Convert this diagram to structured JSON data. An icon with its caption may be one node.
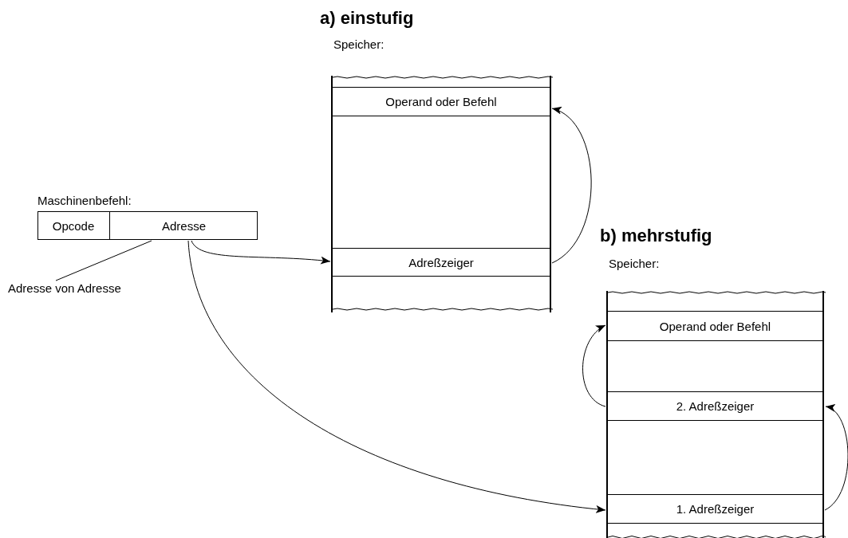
{
  "diagram": {
    "nodes": [
      {
        "text": [
          "Maschinenbefehl:"
        ]
      },
      {
        "text": [
          "Opcode"
        ],
        "in": 0
      },
      {
        "text": [
          "Adresse"
        ],
        "in": 0
      },
      {
        "text": [
          "Adresse von Adresse"
        ]
      },
      {
        "text": [
          "Speicher:"
        ]
      },
      {
        "text": [
          "Operand oder Befehl"
        ],
        "in": 4
      },
      {
        "text": [
          "Adreßzeiger"
        ],
        "in": 4
      },
      {
        "text": [
          "Speicher:"
        ]
      },
      {
        "text": [
          "Operand oder Befehl"
        ],
        "in": 7
      },
      {
        "text": [
          "2. Adreßzeiger"
        ],
        "in": 7
      },
      {
        "text": [
          "1. Adreßzeiger"
        ],
        "in": 7
      }
    ],
    "edges": [
      {
        "from": 3,
        "to": 2,
        "arrow": "none"
      },
      {
        "from": 2,
        "to": 6,
        "arrow": "to"
      },
      {
        "from": 6,
        "to": 5,
        "arrow": "to"
      },
      {
        "from": 2,
        "to": 10,
        "arrow": "to"
      },
      {
        "from": 10,
        "to": 9,
        "arrow": "to"
      },
      {
        "from": 9,
        "to": 8,
        "arrow": "to"
      }
    ],
    "labels": [
      "a) einstufig",
      "b) mehrstufig"
    ]
  }
}
